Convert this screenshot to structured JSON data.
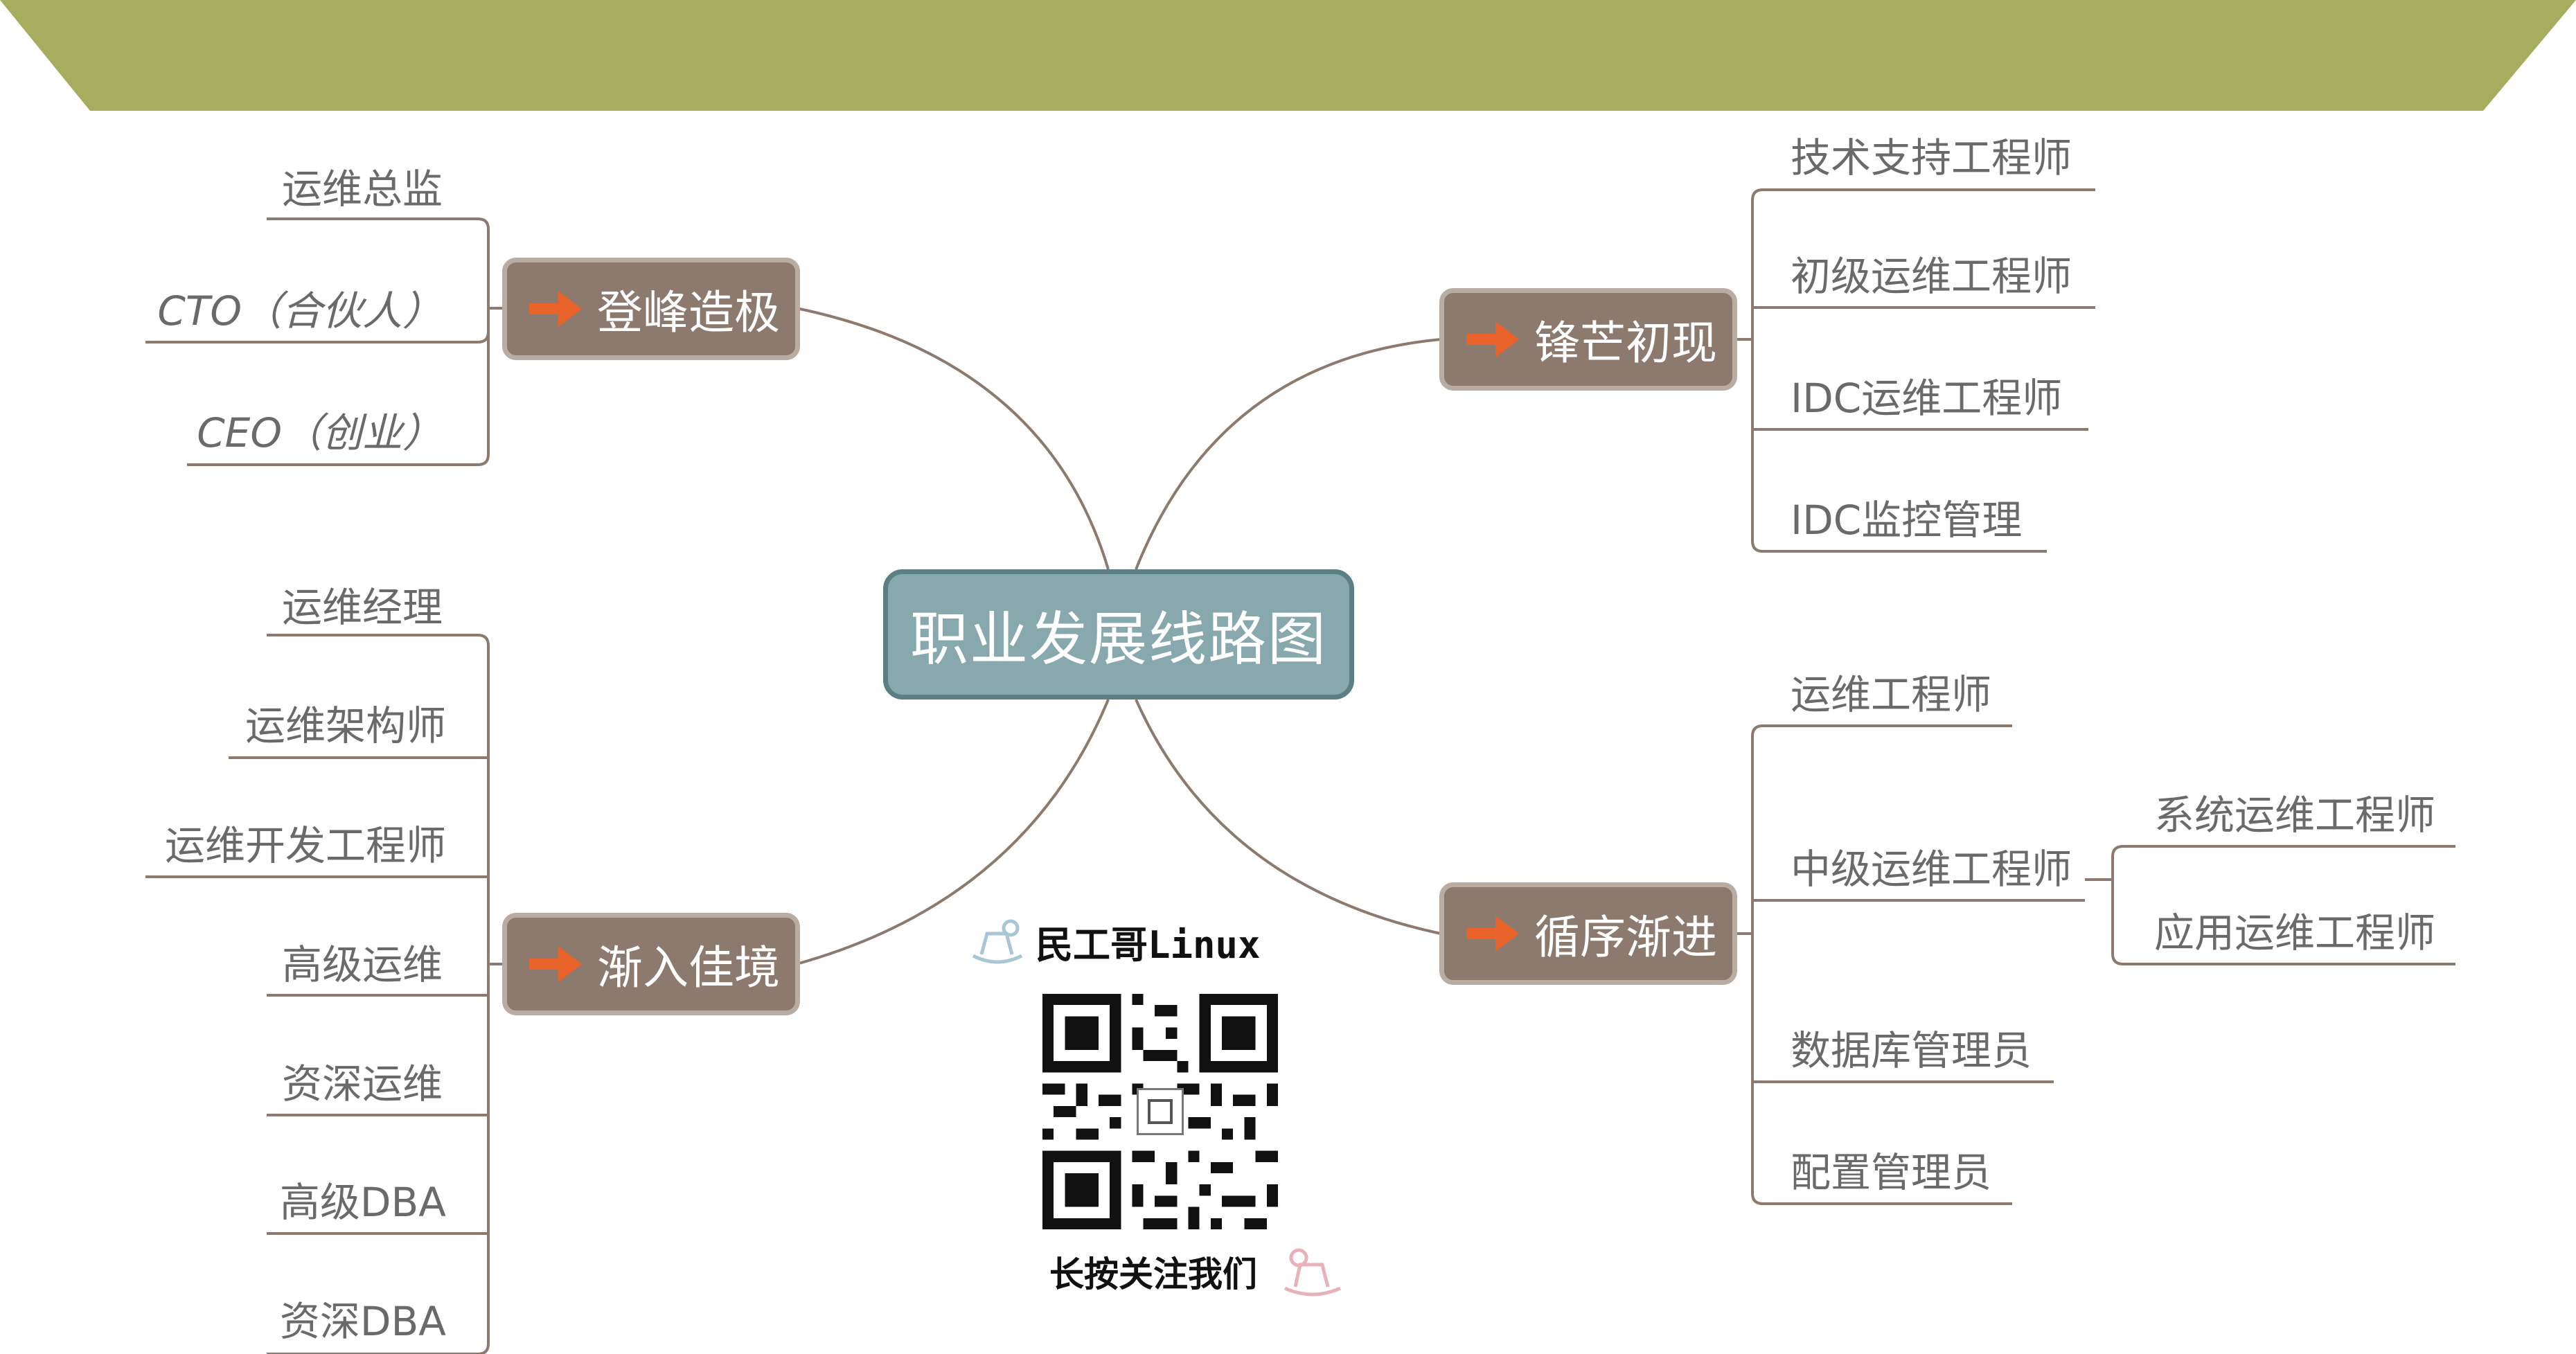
{
  "center": "职业发展线路图",
  "branches": {
    "top_left": "登峰造极",
    "bottom_left": "渐入佳境",
    "top_right": "锋芒初现",
    "bottom_right": "循序渐进"
  },
  "leaves": {
    "top_left": [
      "运维总监",
      "CTO（合伙人）",
      "CEO（创业）"
    ],
    "bottom_left": [
      "运维经理",
      "运维架构师",
      "运维开发工程师",
      "高级运维",
      "资深运维",
      "高级DBA",
      "资深DBA"
    ],
    "top_right": [
      "技术支持工程师",
      "初级运维工程师",
      "IDC运维工程师",
      "IDC监控管理"
    ],
    "bottom_right": [
      "运维工程师",
      "中级运维工程师",
      "数据库管理员",
      "配置管理员"
    ],
    "mid_level": [
      "系统运维工程师",
      "应用运维工程师"
    ]
  },
  "promo": {
    "title": "民工哥Linux",
    "caption": "长按关注我们",
    "qr_icon": "qr-code-icon"
  },
  "colors": {
    "banner": "#a6ad5e",
    "center_fill": "#87a9ad",
    "branch_fill": "#8c7a6e",
    "arrow": "#e8622a",
    "line": "#8c7a6e"
  }
}
